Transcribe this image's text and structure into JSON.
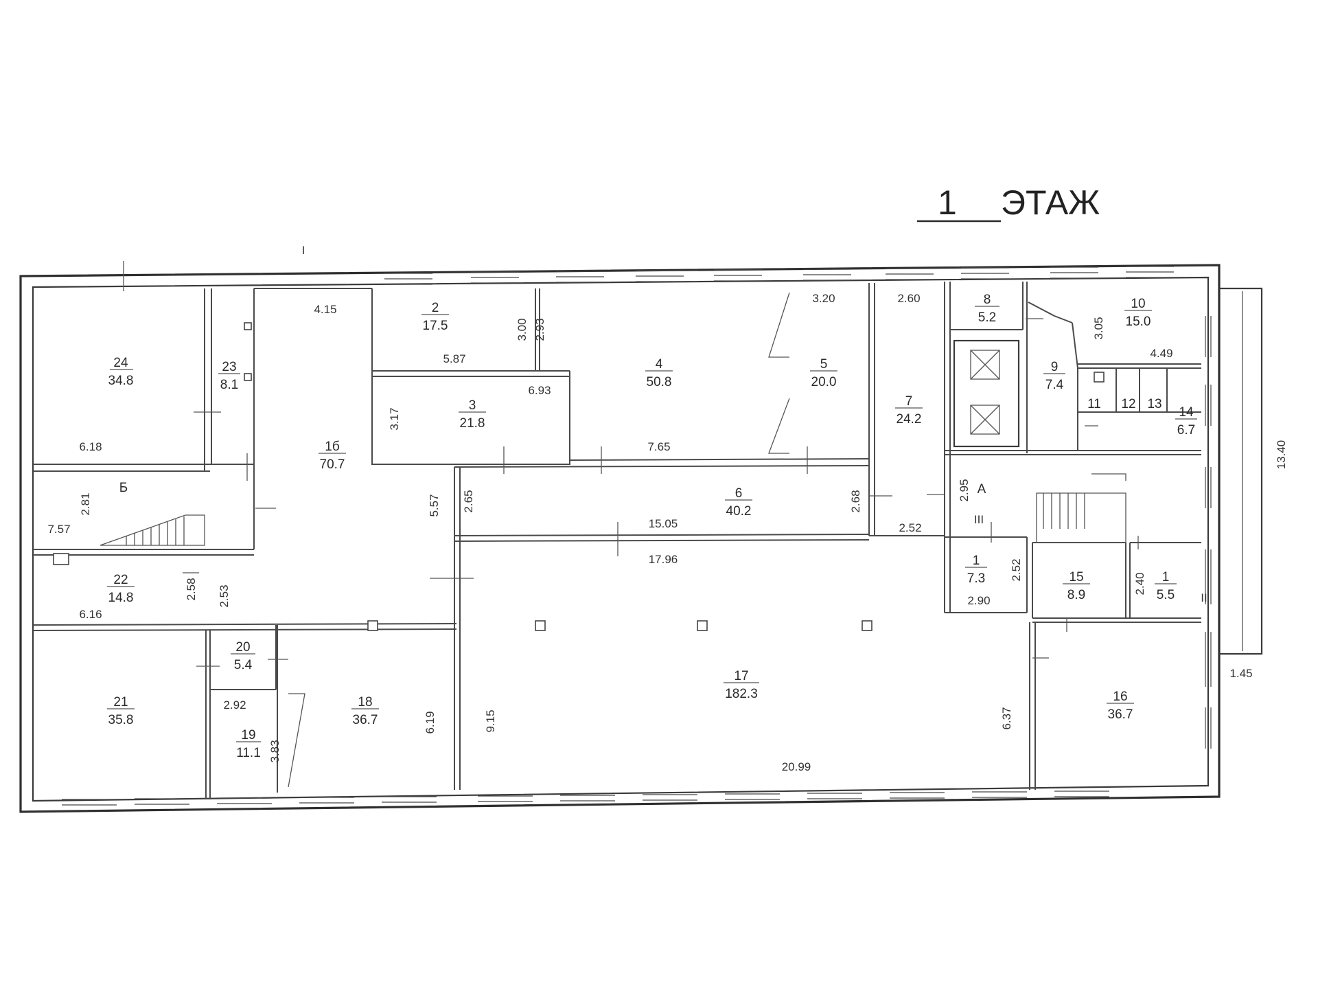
{
  "header": {
    "floor_number": "1",
    "floor_word": "ЭТАЖ"
  },
  "marks": {
    "sec_i": "I",
    "sec_ii": "II",
    "sec_iii": "III",
    "stair_b": "Б",
    "stair_a": "А"
  },
  "rooms": [
    {
      "id": "r24",
      "num": "24",
      "area": "34.8"
    },
    {
      "id": "r23",
      "num": "23",
      "area": "8.1"
    },
    {
      "id": "r1b",
      "num": "1б",
      "area": "70.7"
    },
    {
      "id": "r2",
      "num": "2",
      "area": "17.5"
    },
    {
      "id": "r3",
      "num": "3",
      "area": "21.8"
    },
    {
      "id": "r4",
      "num": "4",
      "area": "50.8"
    },
    {
      "id": "r5",
      "num": "5",
      "area": "20.0"
    },
    {
      "id": "r7",
      "num": "7",
      "area": "24.2"
    },
    {
      "id": "r8",
      "num": "8",
      "area": "5.2"
    },
    {
      "id": "r9",
      "num": "9",
      "area": "7.4"
    },
    {
      "id": "r10",
      "num": "10",
      "area": "15.0"
    },
    {
      "id": "r11",
      "num": "11",
      "area": ""
    },
    {
      "id": "r12",
      "num": "12",
      "area": ""
    },
    {
      "id": "r13",
      "num": "13",
      "area": ""
    },
    {
      "id": "r14",
      "num": "14",
      "area": "6.7"
    },
    {
      "id": "r6",
      "num": "6",
      "area": "40.2"
    },
    {
      "id": "r22",
      "num": "22",
      "area": "14.8"
    },
    {
      "id": "r1a",
      "num": "1",
      "area": "7.3"
    },
    {
      "id": "r15",
      "num": "15",
      "area": "8.9"
    },
    {
      "id": "r1c",
      "num": "1",
      "area": "5.5"
    },
    {
      "id": "r20",
      "num": "20",
      "area": "5.4"
    },
    {
      "id": "r21",
      "num": "21",
      "area": "35.8"
    },
    {
      "id": "r19",
      "num": "19",
      "area": "11.1"
    },
    {
      "id": "r18",
      "num": "18",
      "area": "36.7"
    },
    {
      "id": "r17",
      "num": "17",
      "area": "182.3"
    },
    {
      "id": "r16",
      "num": "16",
      "area": "36.7"
    }
  ],
  "dimensions": [
    "4.15",
    "3.20",
    "2.60",
    "5.87",
    "3.00",
    "2.93",
    "3.05",
    "4.49",
    "6.93",
    "3.17",
    "6.18",
    "7.65",
    "2.81",
    "7.57",
    "5.57",
    "2.65",
    "2.68",
    "2.95",
    "15.05",
    "2.52",
    "13.40",
    "17.96",
    "2.58",
    "2.53",
    "2.52",
    "2.40",
    "6.16",
    "2.90",
    "1.45",
    "2.92",
    "6.19",
    "9.15",
    "6.37",
    "3.83",
    "20.99"
  ]
}
